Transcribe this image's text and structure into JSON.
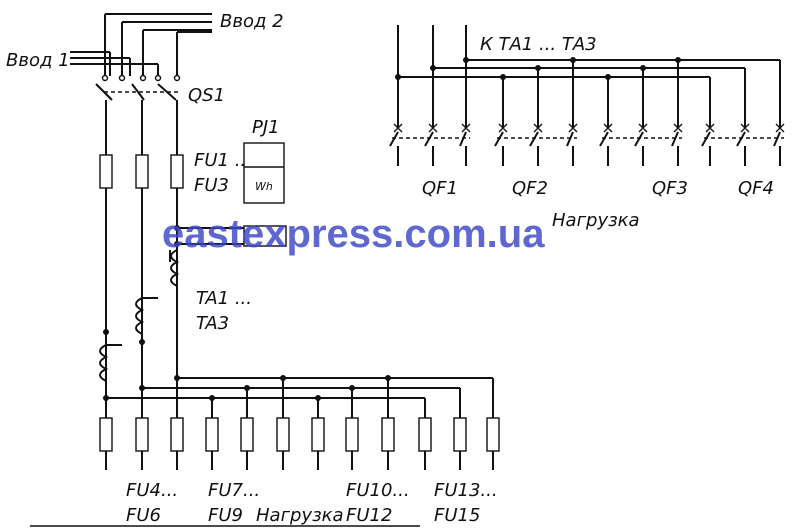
{
  "labels": {
    "vvod2": "Ввод 2",
    "vvod1": "Ввод 1",
    "qs1": "QS1",
    "pj1": "PJ1",
    "wh": "Wh",
    "fu1_line1": "FU1 ...",
    "fu1_line2": "FU3",
    "ta_line1": "TA1 ...",
    "ta_line2": "TA3",
    "to_ta": "К ТА1 ... ТА3",
    "qf1": "QF1",
    "qf2": "QF2",
    "qf3": "QF3",
    "qf4": "QF4",
    "load_top": "Нагрузка",
    "fu4_line1": "FU4...",
    "fu4_line2": "FU6",
    "fu7_line1": "FU7...",
    "fu7_line2": "FU9",
    "load_bottom": "Нагрузка",
    "fu10_line1": "FU10...",
    "fu10_line2": "FU12",
    "fu13_line1": "FU13...",
    "fu13_line2": "FU15"
  },
  "watermark": "eastexpress.com.ua",
  "colors": {
    "line": "#111111",
    "watermark": "#3d46c8",
    "background": "#ffffff"
  }
}
